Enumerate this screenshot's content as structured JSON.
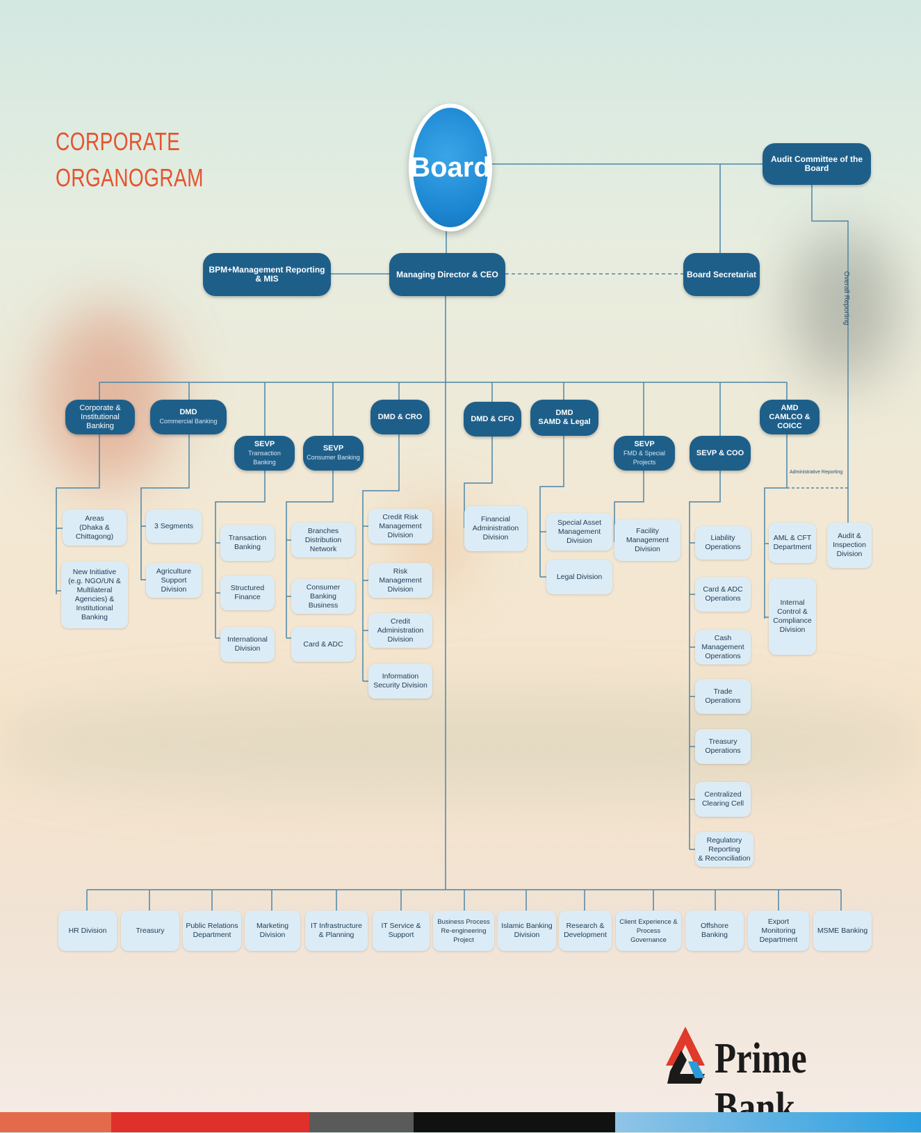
{
  "title": {
    "line1": "CORPORATE",
    "line2": "ORGANOGRAM"
  },
  "board": {
    "label": "Board"
  },
  "audit_committee": {
    "label": "Audit Committee of the Board"
  },
  "overall_reporting": {
    "label": "Overall Reporting"
  },
  "admin_reporting": {
    "label": "Administrative Reporting"
  },
  "level2": {
    "bpm": "BPM+Management Reporting & MIS",
    "md": "Managing Director & CEO",
    "secretariat": "Board Secretariat"
  },
  "heads": {
    "cib": {
      "line1": "Corporate &",
      "line2": "Institutional Banking"
    },
    "dmd_cb": {
      "head": "DMD",
      "sub": "Commercial Banking"
    },
    "sevp_tb": {
      "head": "SEVP",
      "sub": "Transaction Banking"
    },
    "sevp_cb": {
      "head": "SEVP",
      "sub": "Consumer Banking"
    },
    "dmd_cro": {
      "head": "DMD & CRO"
    },
    "dmd_cfo": {
      "head": "DMD & CFO"
    },
    "dmd_samd": {
      "head": "DMD",
      "sub": "SAMD & Legal"
    },
    "sevp_fmd": {
      "head": "SEVP",
      "sub": "FMD & Special Projects"
    },
    "sevp_coo": {
      "head": "SEVP & COO"
    },
    "amd": {
      "head": "AMD",
      "sub": "CAMLCO & COICC"
    }
  },
  "units": {
    "cib": [
      "Areas\n(Dhaka & Chittagong)",
      "New Initiative\n(e.g. NGO/UN &\nMultilateral Agencies) &\nInstitutional Banking"
    ],
    "commercial": [
      "3 Segments",
      "Agriculture\nSupport Division"
    ],
    "transaction": [
      "Transaction\nBanking",
      "Structured\nFinance",
      "International\nDivision"
    ],
    "consumer": [
      "Branches\nDistribution Network",
      "Consumer Banking\nBusiness",
      "Card & ADC"
    ],
    "cro": [
      "Credit Risk\nManagement Division",
      "Risk Management\nDivision",
      "Credit\nAdministration Division",
      "Information\nSecurity Division"
    ],
    "cfo": [
      "Financial\nAdministration\nDivision"
    ],
    "samd": [
      "Special Asset\nManagement Division",
      "Legal Division"
    ],
    "fmd": [
      "Facility\nManagement Division"
    ],
    "coo": [
      "Liability Operations",
      "Card & ADC\nOperations",
      "Cash Management\nOperations",
      "Trade Operations",
      "Treasury\nOperations",
      "Centralized\nClearing Cell",
      "Regulatory Reporting\n& Reconciliation"
    ],
    "amd": [
      "AML & CFT\nDepartment",
      "Internal\nControl &\nCompliance\nDivision"
    ],
    "audit": [
      "Audit &\nInspection\nDivision"
    ]
  },
  "bottom_row": [
    "HR Division",
    "Treasury",
    "Public Relations\nDepartment",
    "Marketing\nDivision",
    "IT Infrastructure\n& Planning",
    "IT Service &\nSupport",
    "Business Process\nRe-engineering Project",
    "Islamic Banking\nDivision",
    "Research &\nDevelopment",
    "Client Experience &\nProcess Governance",
    "Offshore Banking",
    "Export Monitoring\nDepartment",
    "MSME Banking"
  ],
  "brand": {
    "name": "Prime Bank"
  },
  "colors": {
    "accent_title": "#e5532d",
    "board_blue": "#1b85d1",
    "pill_navy": "#1e5f8a",
    "box_light": "#dcecf6",
    "line": "#4a86a8"
  }
}
